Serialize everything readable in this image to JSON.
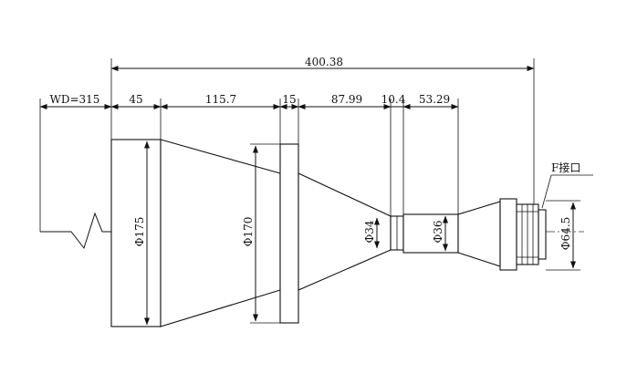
{
  "drawing": {
    "dimensions": {
      "overall_length": "400.38",
      "working_distance": "WD=315",
      "front_barrel": "45",
      "cone_front": "115.7",
      "flange": "15",
      "cone_rear": "87.99",
      "neck": "10.4",
      "rear_barrel": "53.29"
    },
    "diameters": {
      "front": "Φ175",
      "flange": "Φ170",
      "neck": "Φ34",
      "rear_barrel": "Φ36",
      "mount": "Φ64.5"
    },
    "mount_label": "F接口"
  }
}
